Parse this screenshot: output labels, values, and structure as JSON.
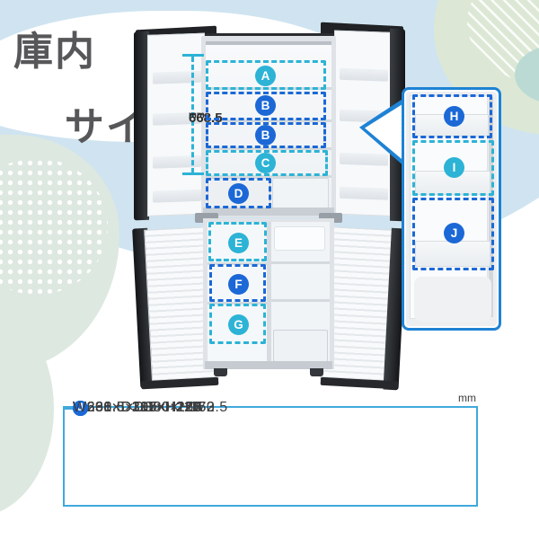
{
  "title": {
    "line1": "庫内",
    "line2": "サイズ"
  },
  "measurement": {
    "value": "668.5",
    "unit": "mm"
  },
  "table_unit": "mm",
  "fridge_zones": [
    {
      "letter": "A",
      "color": "cyan"
    },
    {
      "letter": "B",
      "color": "blue"
    },
    {
      "letter": "B",
      "color": "blue"
    },
    {
      "letter": "C",
      "color": "cyan"
    },
    {
      "letter": "D",
      "color": "blue"
    },
    {
      "letter": "E",
      "color": "cyan"
    },
    {
      "letter": "F",
      "color": "blue"
    },
    {
      "letter": "G",
      "color": "cyan"
    }
  ],
  "door_zones": [
    {
      "letter": "H",
      "color": "blue"
    },
    {
      "letter": "I",
      "color": "cyan"
    },
    {
      "letter": "J",
      "color": "blue"
    }
  ],
  "table": {
    "left": [
      {
        "label": "A",
        "color": "cyan",
        "value": "W666.5×D330×H160"
      },
      {
        "label": "B",
        "color": "blue",
        "value": "W666.5×D330×H163"
      },
      {
        "label": "C",
        "color": "cyan",
        "value": "W666.5×D380×H172.5"
      },
      {
        "label": "D",
        "color": "blue",
        "value": "W290×D336×H167"
      },
      {
        "label": "E",
        "color": "cyan",
        "value": "W238×D315×H224"
      }
    ],
    "right": [
      {
        "label": "F",
        "color": "blue",
        "value": "W238×D315×H214"
      },
      {
        "label": "G",
        "color": "cyan",
        "value": "W238×D211×H221"
      },
      {
        "label": "H",
        "color": "blue",
        "value": "W261×D107×H150"
      },
      {
        "label": "I",
        "color": "cyan",
        "value": "W261×D107×H220"
      },
      {
        "label": "J",
        "color": "blue",
        "value": "W261×D107×H255"
      }
    ]
  },
  "colors": {
    "cyan": "#2cb3d6",
    "blue": "#1b68d6",
    "table_border": "#3fa9dc",
    "row_beige": "#f2edda",
    "bg_blue": "#cfe4f0",
    "bg_green": "#dde8da",
    "bg_teal": "#bcdad4",
    "title_gray": "#57575a",
    "panel_border": "#1e82d4"
  }
}
